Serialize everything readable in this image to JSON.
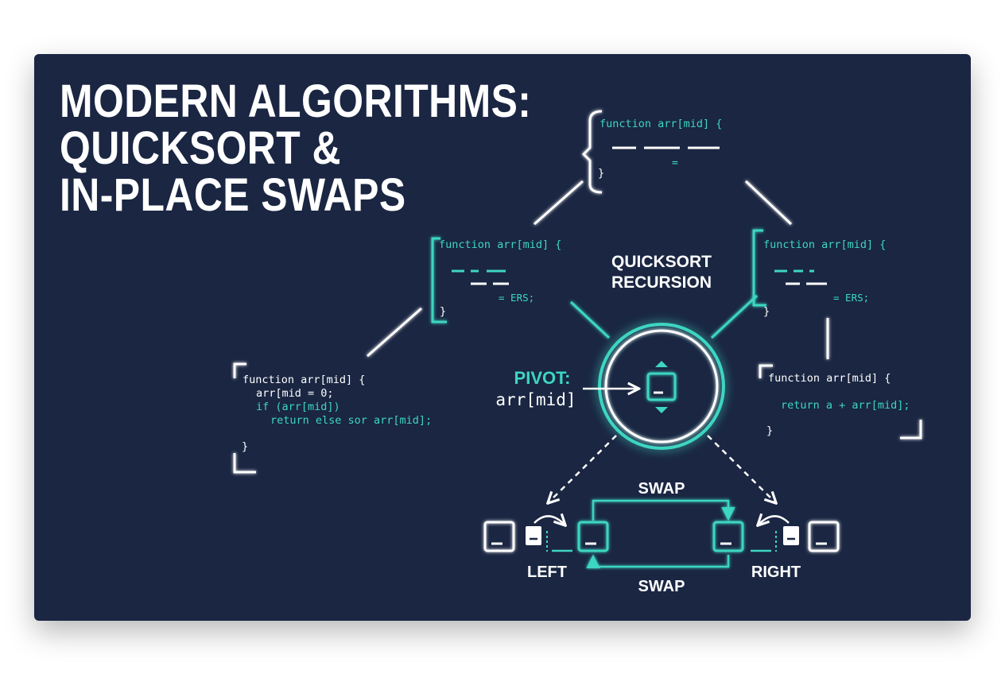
{
  "title": {
    "line1": "MODERN ALGORITHMS:",
    "line2": "QUICKSORT &",
    "line3": "IN-PLACE SWAPS"
  },
  "code_top": {
    "line1": "function arr[mid] {",
    "mid_token": "=",
    "close": "}"
  },
  "code_center": {
    "line1": "function arr[mid] {",
    "tail": "= ERS;",
    "close": "}"
  },
  "code_right": {
    "line1": "function arr[mid] {",
    "tail": "= ERS;",
    "close": "}"
  },
  "code_left": {
    "line1": "function arr[mid] {",
    "line2": "arr[mid = 0;",
    "line3": "if (arr[mid])",
    "line4": "return else sor arr[mid];",
    "close": "}"
  },
  "code_lower_right": {
    "line1": "function arr[mid] {",
    "line2": "return a + arr[mid];",
    "close": "}"
  },
  "recursion_label": {
    "line1": "QUICKSORT",
    "line2": "RECURSION"
  },
  "pivot": {
    "label": "PIVOT:",
    "expr": "arr[mid]"
  },
  "swap": {
    "top_label": "SWAP",
    "bottom_label": "SWAP"
  },
  "pointers": {
    "left": "LEFT",
    "right": "RIGHT"
  },
  "colors": {
    "background": "#1a2642",
    "accent": "#3ed6c0",
    "text": "#ffffff"
  }
}
